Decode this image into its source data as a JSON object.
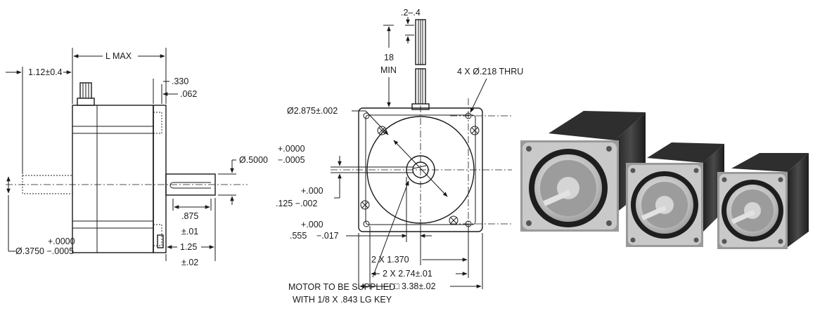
{
  "side_view": {
    "l_max": "L MAX",
    "shaft_extension": "1.12±0.4",
    "flange_330": ".330",
    "flange_062": ".062",
    "shaft_dia_tol_plus": "+.0000",
    "shaft_dia_tol_minus": "−.0005",
    "shaft_dia": "Ø.5000",
    "flat_875": ".875",
    "flat_875_tol": "±.01",
    "rear_shaft_tol_plus": "+.0000",
    "rear_shaft": "Ø.3750 −.0005",
    "shaft_125": "1.25",
    "shaft_125_tol": "±.02"
  },
  "front_view": {
    "lead_length": ".2–.4",
    "min_length": "18",
    "min_label": "MIN",
    "holes": "4 X Ø.218 THRU",
    "pilot_dia": "Ø2.875±.002",
    "key_tol_plus": "+.000",
    "key_125": ".125 −.002",
    "flat_tol_plus": "+.000",
    "flat_555": ".555",
    "flat_555_tol": "−.017",
    "half_spacing": "2 X 1.370",
    "hole_spacing": "2 X 2.74±.01",
    "square": "□ 3.38±.02",
    "note_line1": "MOTOR TO BE SUPPLIED",
    "note_line2": "WITH 1/8 X .843 LG KEY"
  }
}
